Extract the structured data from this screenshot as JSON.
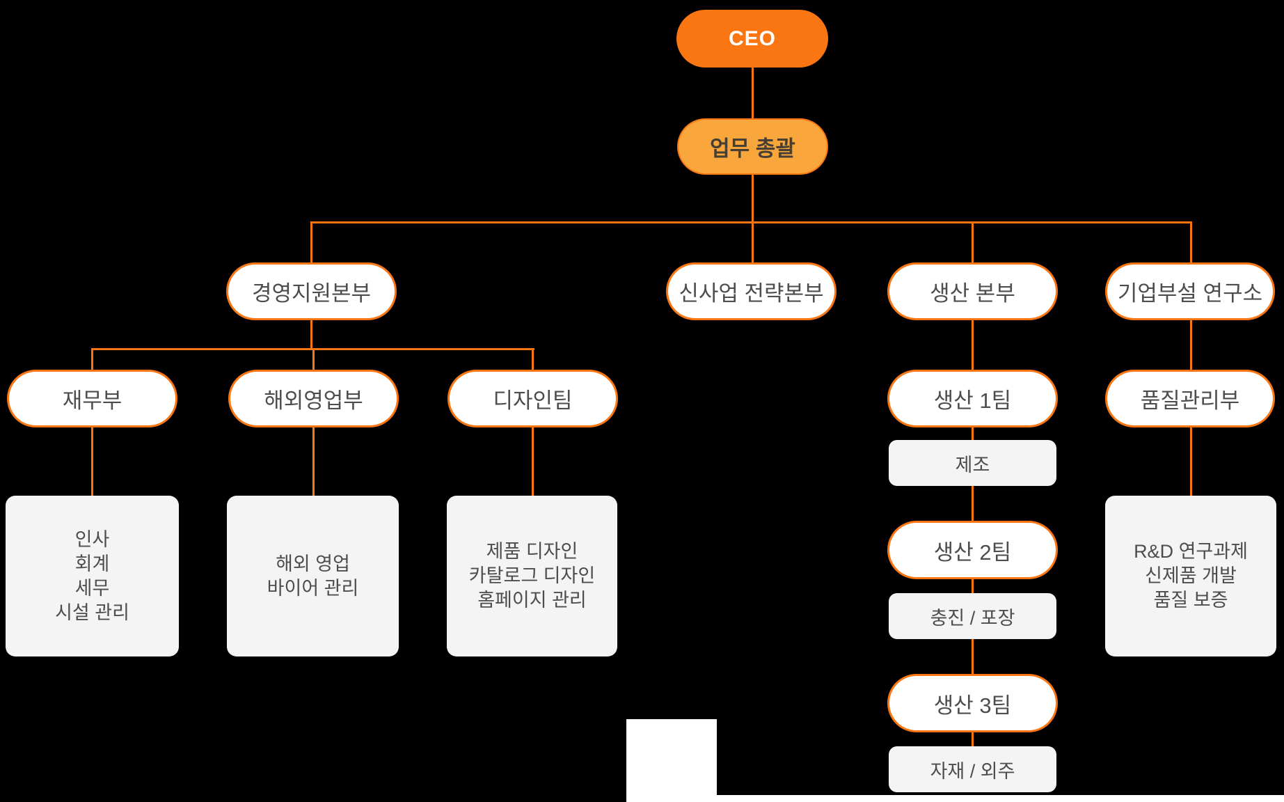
{
  "colors": {
    "background": "#000000",
    "accent_orange": "#F97613",
    "accent_light_orange": "#F9A63D",
    "node_fill": "#FFFFFF",
    "duty_box_fill": "#F4F4F4",
    "text_dark": "#4D4D4D",
    "text_on_accent": "#FFFFFF"
  },
  "chart": {
    "top": {
      "ceo": {
        "label": "CEO"
      },
      "general_management": {
        "label": "업무 총괄"
      }
    },
    "departments": {
      "management_support": {
        "label": "경영지원본부"
      },
      "new_business_strategy": {
        "label": "신사업 전략본부"
      },
      "production": {
        "label": "생산 본부"
      },
      "research_institute": {
        "label": "기업부설 연구소"
      }
    },
    "teams": {
      "finance": {
        "label": "재무부"
      },
      "overseas_sales": {
        "label": "해외영업부"
      },
      "design": {
        "label": "디자인팀"
      },
      "production1": {
        "label": "생산 1팀"
      },
      "production2": {
        "label": "생산 2팀"
      },
      "production3": {
        "label": "생산 3팀"
      },
      "quality_control": {
        "label": "품질관리부"
      }
    },
    "duties": {
      "manufacturing": {
        "label": "제조"
      },
      "filling_packaging": {
        "label": "충진 / 포장"
      },
      "materials_outsourcing": {
        "label": "자재 / 외주"
      },
      "finance": {
        "lines": [
          "인사",
          "회계",
          "세무",
          "시설 관리"
        ]
      },
      "overseas_sales": {
        "lines": [
          "해외 영업",
          "바이어 관리"
        ]
      },
      "design": {
        "lines": [
          "제품 디자인",
          "카탈로그 디자인",
          "홈페이지 관리"
        ]
      },
      "rnd": {
        "lines": [
          "R&D 연구과제",
          "신제품 개발",
          "품질 보증"
        ]
      }
    }
  }
}
